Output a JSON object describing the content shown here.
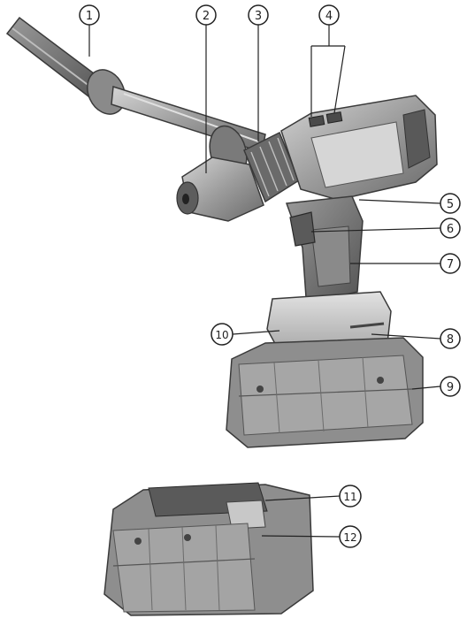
{
  "callouts": [
    {
      "id": "c1",
      "label": "1"
    },
    {
      "id": "c2",
      "label": "2"
    },
    {
      "id": "c3",
      "label": "3"
    },
    {
      "id": "c4",
      "label": "4"
    },
    {
      "id": "c5",
      "label": "5"
    },
    {
      "id": "c6",
      "label": "6"
    },
    {
      "id": "c7",
      "label": "7"
    },
    {
      "id": "c8",
      "label": "8"
    },
    {
      "id": "c9",
      "label": "9"
    },
    {
      "id": "c10",
      "label": "10"
    },
    {
      "id": "c11",
      "label": "11"
    },
    {
      "id": "c12",
      "label": "12"
    }
  ],
  "colors": {
    "body_dark": "#6e6e6e",
    "body_mid": "#9a9a9a",
    "body_light": "#c8c8c8",
    "outline": "#3a3a3a",
    "callout_stroke": "#222222"
  }
}
